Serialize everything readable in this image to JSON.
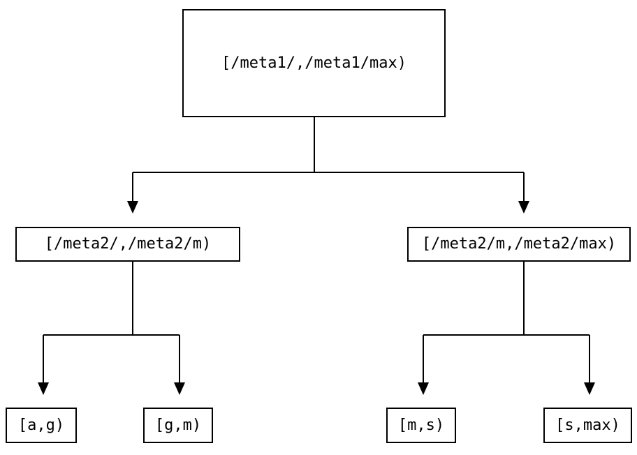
{
  "diagram": {
    "type": "binary-interval-tree",
    "background_color": "#ffffff",
    "line_color": "#000000",
    "text_color": "#000000",
    "nodes": {
      "root": {
        "label": "[/meta1/,/meta1/max)"
      },
      "left": {
        "label": "[/meta2/,/meta2/m)"
      },
      "right": {
        "label": "[/meta2/m,/meta2/max)"
      },
      "leaf_ag": {
        "label": "[a,g)"
      },
      "leaf_gm": {
        "label": "[g,m)"
      },
      "leaf_ms": {
        "label": "[m,s)"
      },
      "leaf_smax": {
        "label": "[s,max)"
      }
    },
    "edges": [
      {
        "from": "root",
        "to": "left"
      },
      {
        "from": "root",
        "to": "right"
      },
      {
        "from": "left",
        "to": "leaf_ag"
      },
      {
        "from": "left",
        "to": "leaf_gm"
      },
      {
        "from": "right",
        "to": "leaf_ms"
      },
      {
        "from": "right",
        "to": "leaf_smax"
      }
    ]
  }
}
